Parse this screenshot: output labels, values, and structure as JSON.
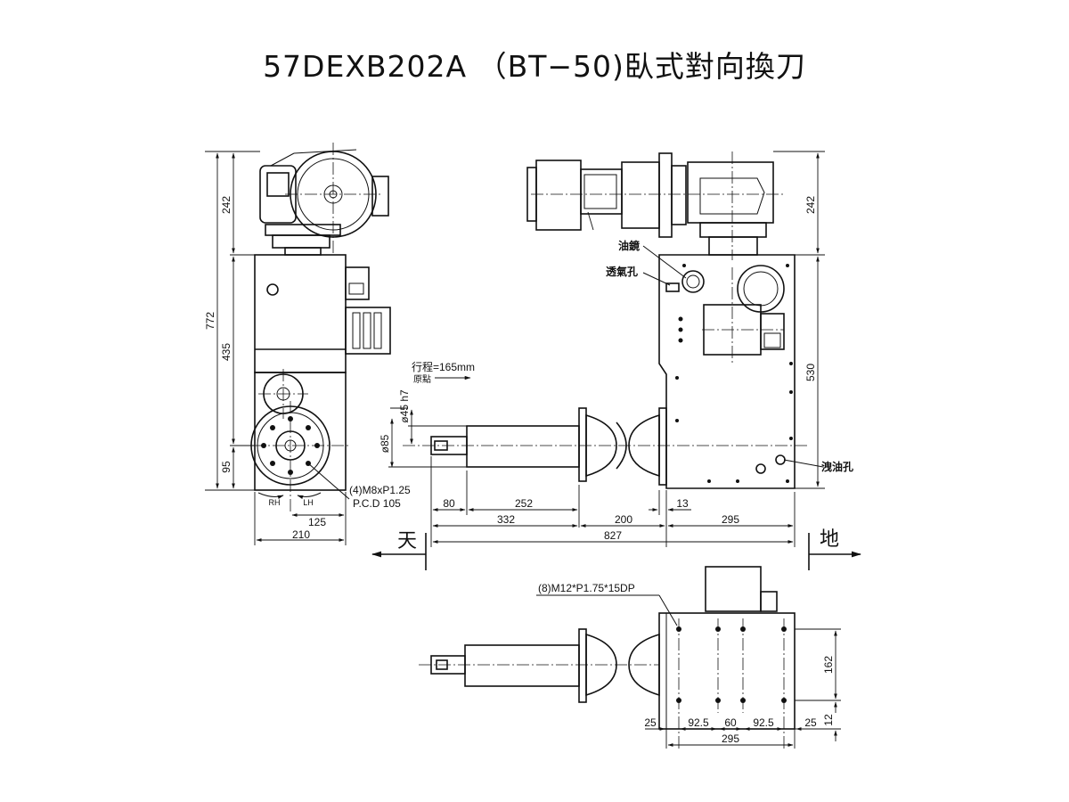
{
  "title": "57DEXB202A （BT−50)臥式對向換刀",
  "side_view": {
    "dims": {
      "h_motor": "242",
      "h_total": "772",
      "h_body": "435",
      "h_bottom": "95",
      "w_125": "125",
      "w_210": "210"
    },
    "rotation": {
      "rh": "RH",
      "lh": "LH"
    },
    "callout": {
      "line1": "(4)M8xP1.25",
      "line2": "P.C.D 105"
    },
    "direction_left": "天"
  },
  "front_view": {
    "dims": {
      "h_motor": "242",
      "h_body": "530",
      "d_45": "ø45 h7",
      "d_85": "ø85",
      "w_80": "80",
      "w_252": "252",
      "w_332": "332",
      "w_200": "200",
      "w_13": "13",
      "w_295": "295",
      "w_827": "827"
    },
    "labels": {
      "oil_gauge": "油鏡",
      "vent": "透氣孔",
      "drain": "洩油孔"
    },
    "stroke": {
      "text": "行程=165mm",
      "origin": "原點"
    },
    "direction_right": "地"
  },
  "bottom_view": {
    "callout": "(8)M12*P1.75*15DP",
    "dims": {
      "h_162": "162",
      "h_12": "12",
      "w_25a": "25",
      "w_925a": "92.5",
      "w_60": "60",
      "w_925b": "92.5",
      "w_25b": "25",
      "w_295": "295"
    }
  }
}
